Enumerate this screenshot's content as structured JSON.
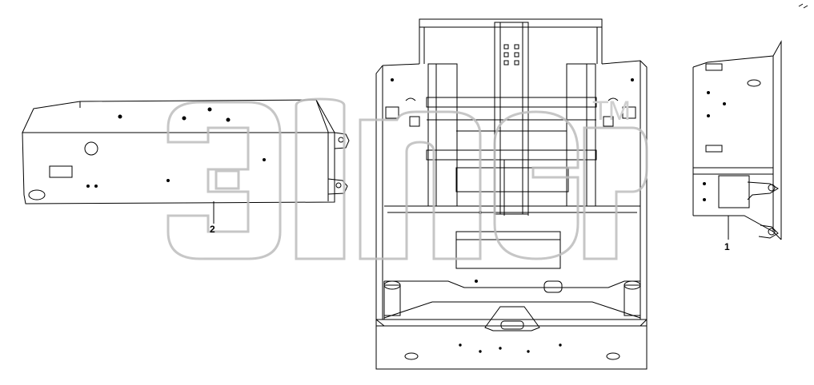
{
  "callouts": {
    "part_2": "2",
    "part_1": "1"
  },
  "watermark": {
    "mark": "TM",
    "color": "#bdbdbd"
  },
  "colors": {
    "line": "#000000",
    "background": "#ffffff"
  }
}
